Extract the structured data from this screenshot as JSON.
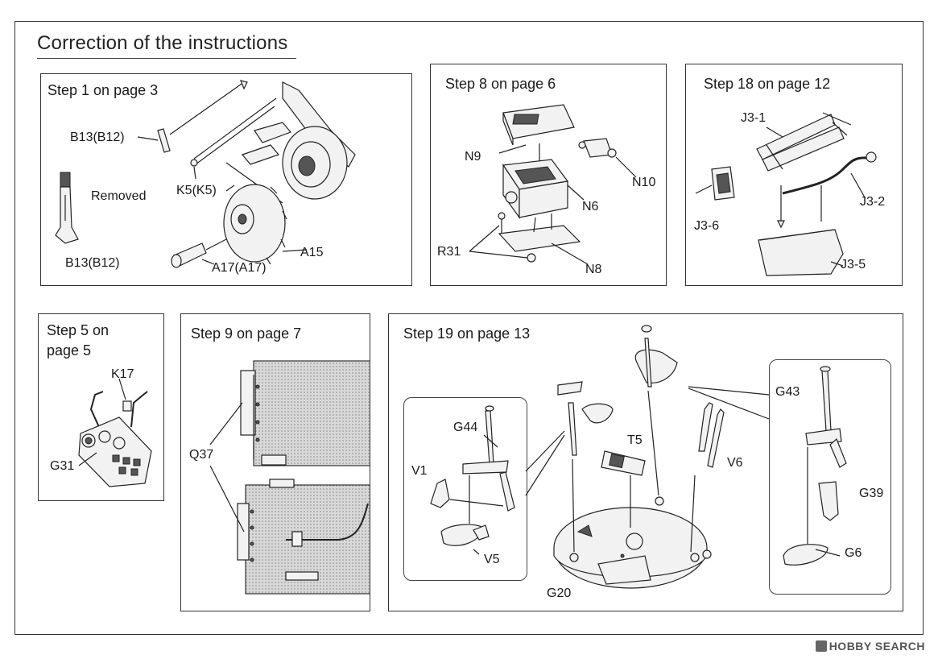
{
  "heading": "Correction of the instructions",
  "panels": {
    "step1": {
      "title": "Step 1 on page 3",
      "labels": [
        "B13(B12)",
        "Removed",
        "B13(B12)",
        "K5(K5)",
        "A15",
        "A17(A17)"
      ]
    },
    "step8": {
      "title": "Step 8 on page 6",
      "labels": [
        "N9",
        "N10",
        "N6",
        "R31",
        "N8"
      ]
    },
    "step18": {
      "title": "Step 18 on page 12",
      "labels": [
        "J3-1",
        "J3-6",
        "J3-2",
        "J3-5"
      ]
    },
    "step5": {
      "title_line1": "Step 5 on",
      "title_line2": "page 5",
      "labels": [
        "K17",
        "G31"
      ]
    },
    "step9": {
      "title": "Step 9 on page 7",
      "labels": [
        "Q37"
      ]
    },
    "step19": {
      "title": "Step 19 on page 13",
      "labels": [
        "G44",
        "V1",
        "V5",
        "T5",
        "V6",
        "G20",
        "G43",
        "G39",
        "G6"
      ]
    }
  },
  "watermark": "HOBBY SEARCH",
  "colors": {
    "ink": "#1a1a1a",
    "border": "#333333",
    "paper": "#ffffff"
  }
}
